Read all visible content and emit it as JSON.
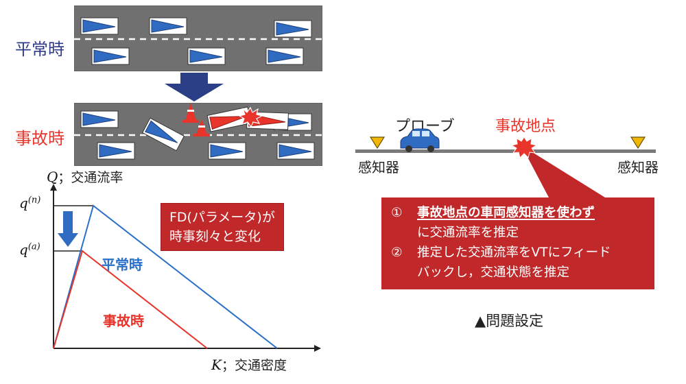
{
  "road": {
    "normal_label": "平常時",
    "accident_label": "事故時"
  },
  "fd_note": {
    "line1": "FD(パラメータ)が",
    "line2": "時事刻々と変化"
  },
  "chart_data": {
    "type": "line",
    "title": "",
    "xlabel_symbol": "K",
    "xlabel": "；交通密度",
    "ylabel_symbol": "Q",
    "ylabel": "；交通流率",
    "y_ticks": [
      {
        "base": "q",
        "sup": "(n)"
      },
      {
        "base": "q",
        "sup": "(a)"
      }
    ],
    "series": [
      {
        "name": "平常時",
        "color": "#2a6fc9"
      },
      {
        "name": "事故時",
        "color": "#e8342a"
      }
    ]
  },
  "problem": {
    "probe_label": "プローブ",
    "accident_point_label": "事故地点",
    "detector_left": "感知器",
    "detector_right": "感知器",
    "item1_num": "①",
    "item1_line1": "事故地点の車両感知器を使わず",
    "item1_line2": "に交通流率を推定",
    "item2_num": "②",
    "item2_line1": "推定した交通流率をVTにフィード",
    "item2_line2": "バックし，交通状態を推定",
    "caption": "▲問題設定"
  },
  "colors": {
    "road": "#707070",
    "vehicle": "#2f6bc0",
    "accident_red": "#e8342a",
    "box_red": "#c0282a",
    "arrow_navy": "#2b3f86",
    "curve_blue": "#2a6fc9",
    "detector_yellow": "#f2b705"
  }
}
